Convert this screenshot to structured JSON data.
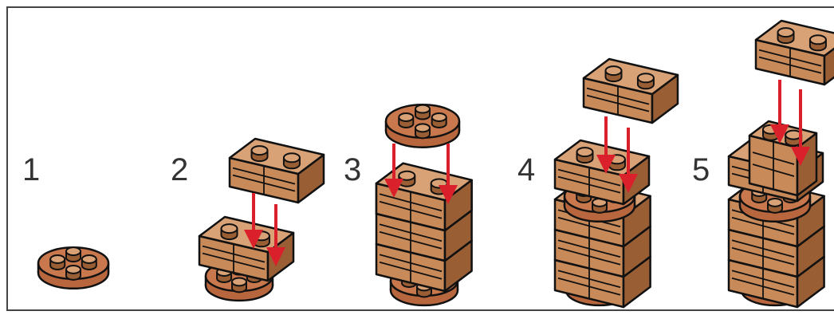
{
  "diagram": {
    "steps": [
      {
        "number": "1"
      },
      {
        "number": "2"
      },
      {
        "number": "3"
      },
      {
        "number": "4"
      },
      {
        "number": "5"
      }
    ],
    "colors": {
      "brick": "#c98a5a",
      "brick_light": "#d9a276",
      "brick_dark": "#9a5e35",
      "plate_round": "#b8663e",
      "outline": "#111111",
      "arrow": "#d9202b",
      "frame": "#444444"
    }
  }
}
